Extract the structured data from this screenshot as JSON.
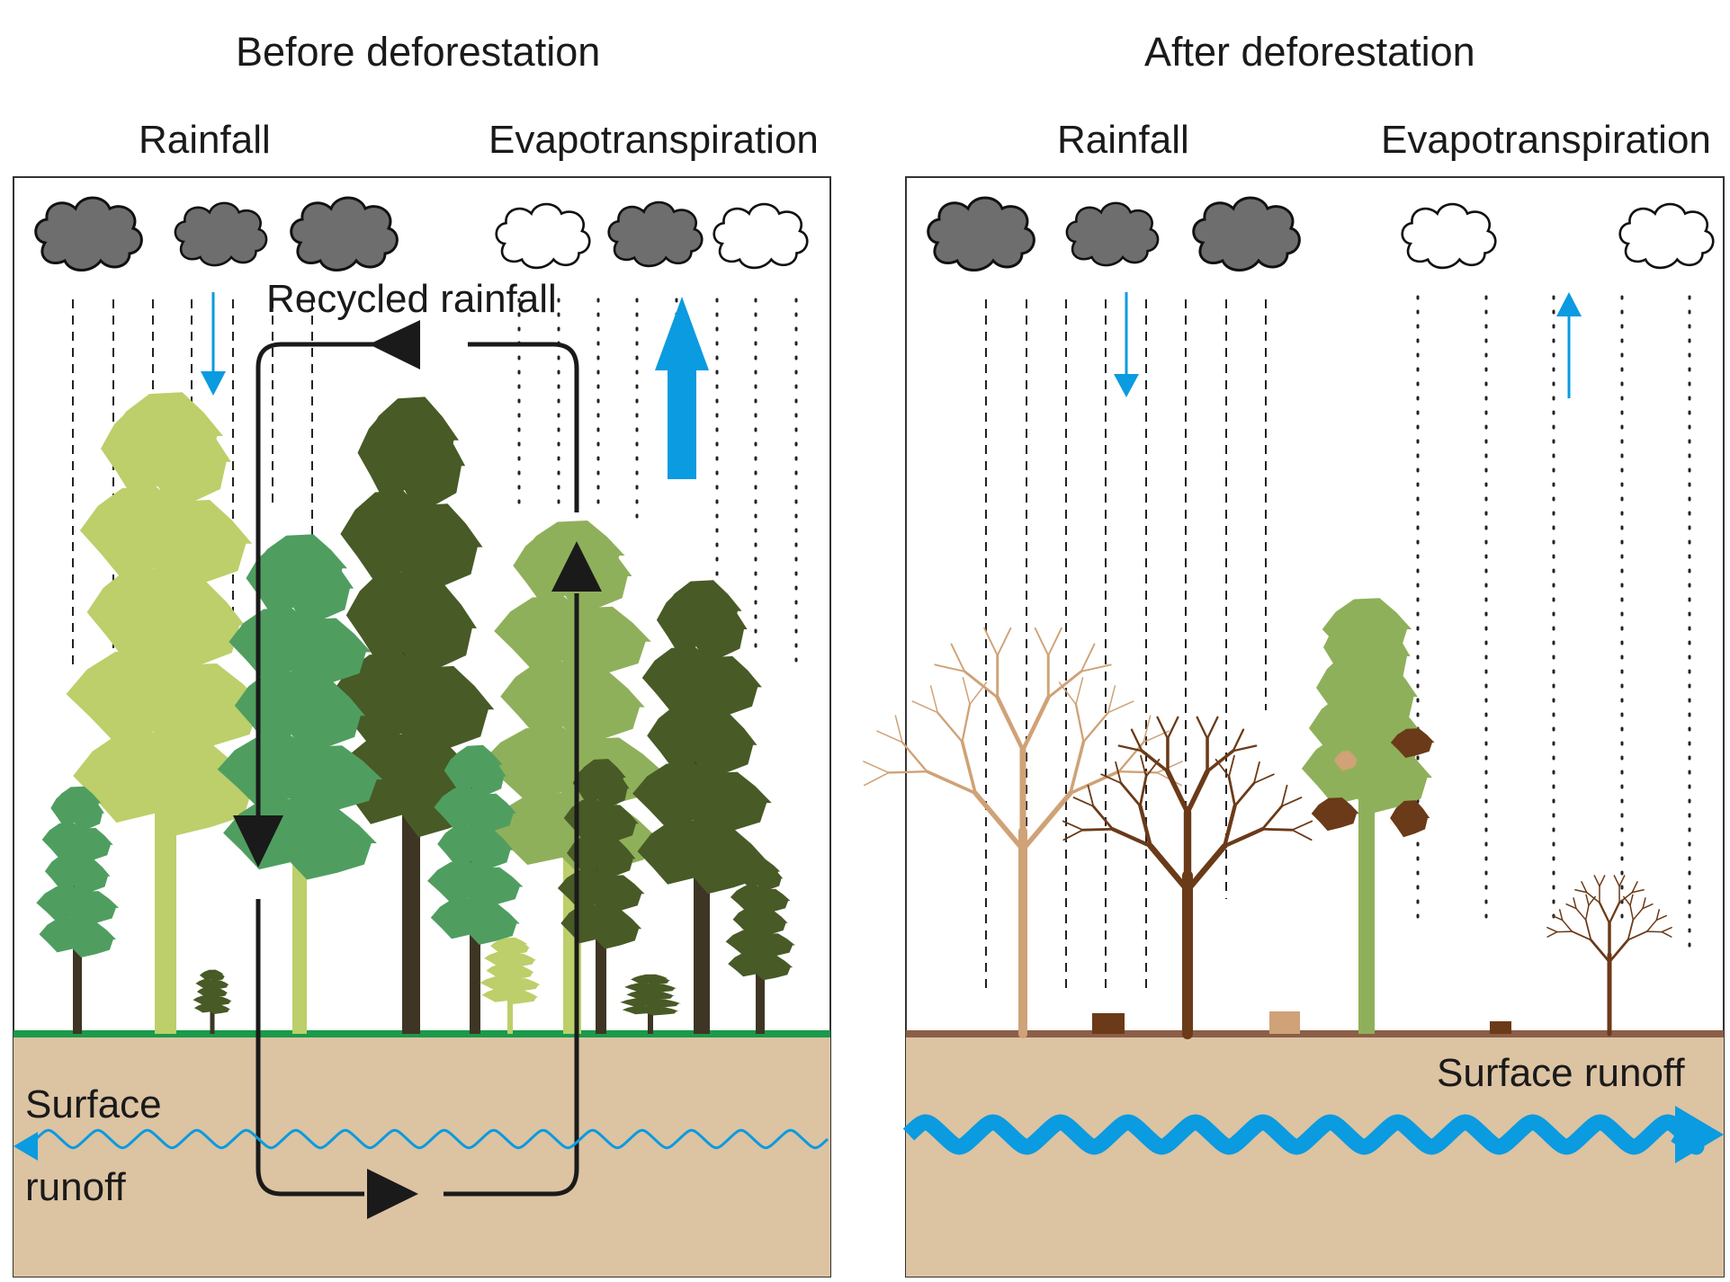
{
  "panels": [
    {
      "title": "Before deforestation",
      "rainfall_label": "Rainfall",
      "evapo_label": "Evapotranspiration",
      "recycled_label": "Recycled rainfall",
      "runoff_label_line1": "Surface",
      "runoff_label_line2": "runoff",
      "ground_line_color": "#1a9a4a"
    },
    {
      "title": "After deforestation",
      "rainfall_label": "Rainfall",
      "evapo_label": "Evapotranspiration",
      "runoff_label": "Surface runoff",
      "ground_line_color": "#8b5e48"
    }
  ],
  "colors": {
    "soil": "#dcc3a2",
    "cloud_dark": "#6e6e6e",
    "water_blue": "#0a9be0",
    "arrow_black": "#1a1a1a",
    "tree_light": "#bccf6a",
    "tree_mid": "#8fb05a",
    "tree_green": "#4f9e60",
    "tree_dark": "#485a26",
    "trunk_dark": "#3e3524",
    "dead_tan": "#cfa277",
    "dead_brown": "#6b3a18"
  }
}
